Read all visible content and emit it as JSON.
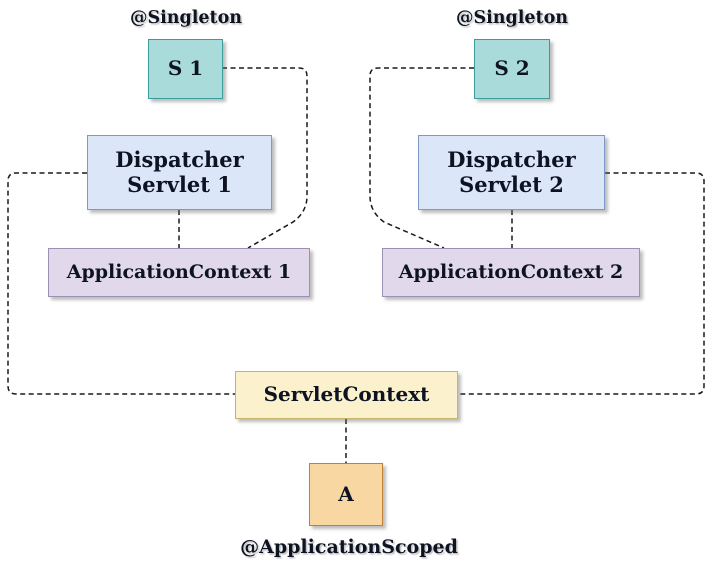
{
  "diagram": {
    "background": "#ffffff",
    "edge_color": "#1a1a1a",
    "edge_style": "dashed",
    "annotations": [
      {
        "id": "singleton-1",
        "text": "@Singleton"
      },
      {
        "id": "singleton-2",
        "text": "@Singleton"
      },
      {
        "id": "application-scoped",
        "text": "@ApplicationScoped"
      }
    ],
    "nodes": [
      {
        "id": "s1",
        "label": "S 1",
        "fill": "#a8dbd9",
        "border": "#3a9d9b"
      },
      {
        "id": "s2",
        "label": "S 2",
        "fill": "#a8dbd9",
        "border": "#3a9d9b"
      },
      {
        "id": "dispatcher-servlet-1",
        "label": "Dispatcher Servlet 1",
        "fill": "#dbe7f9",
        "border": "#7d99c7"
      },
      {
        "id": "dispatcher-servlet-2",
        "label": "Dispatcher Servlet 2",
        "fill": "#dbe7f9",
        "border": "#7d99c7"
      },
      {
        "id": "application-context-1",
        "label": "ApplicationContext 1",
        "fill": "#e2d8ec",
        "border": "#9d90b5"
      },
      {
        "id": "application-context-2",
        "label": "ApplicationContext 2",
        "fill": "#e2d8ec",
        "border": "#9d90b5"
      },
      {
        "id": "servlet-context",
        "label": "ServletContext",
        "fill": "#fbf2cd",
        "border": "#c6b46a"
      },
      {
        "id": "a",
        "label": "A",
        "fill": "#f8d7a3",
        "border": "#c08137"
      }
    ],
    "edges": [
      {
        "from": "s1",
        "to": "application-context-1"
      },
      {
        "from": "dispatcher-servlet-1",
        "to": "application-context-1"
      },
      {
        "from": "dispatcher-servlet-1",
        "to": "servlet-context"
      },
      {
        "from": "s2",
        "to": "application-context-2"
      },
      {
        "from": "dispatcher-servlet-2",
        "to": "application-context-2"
      },
      {
        "from": "dispatcher-servlet-2",
        "to": "servlet-context"
      },
      {
        "from": "servlet-context",
        "to": "a"
      }
    ]
  }
}
